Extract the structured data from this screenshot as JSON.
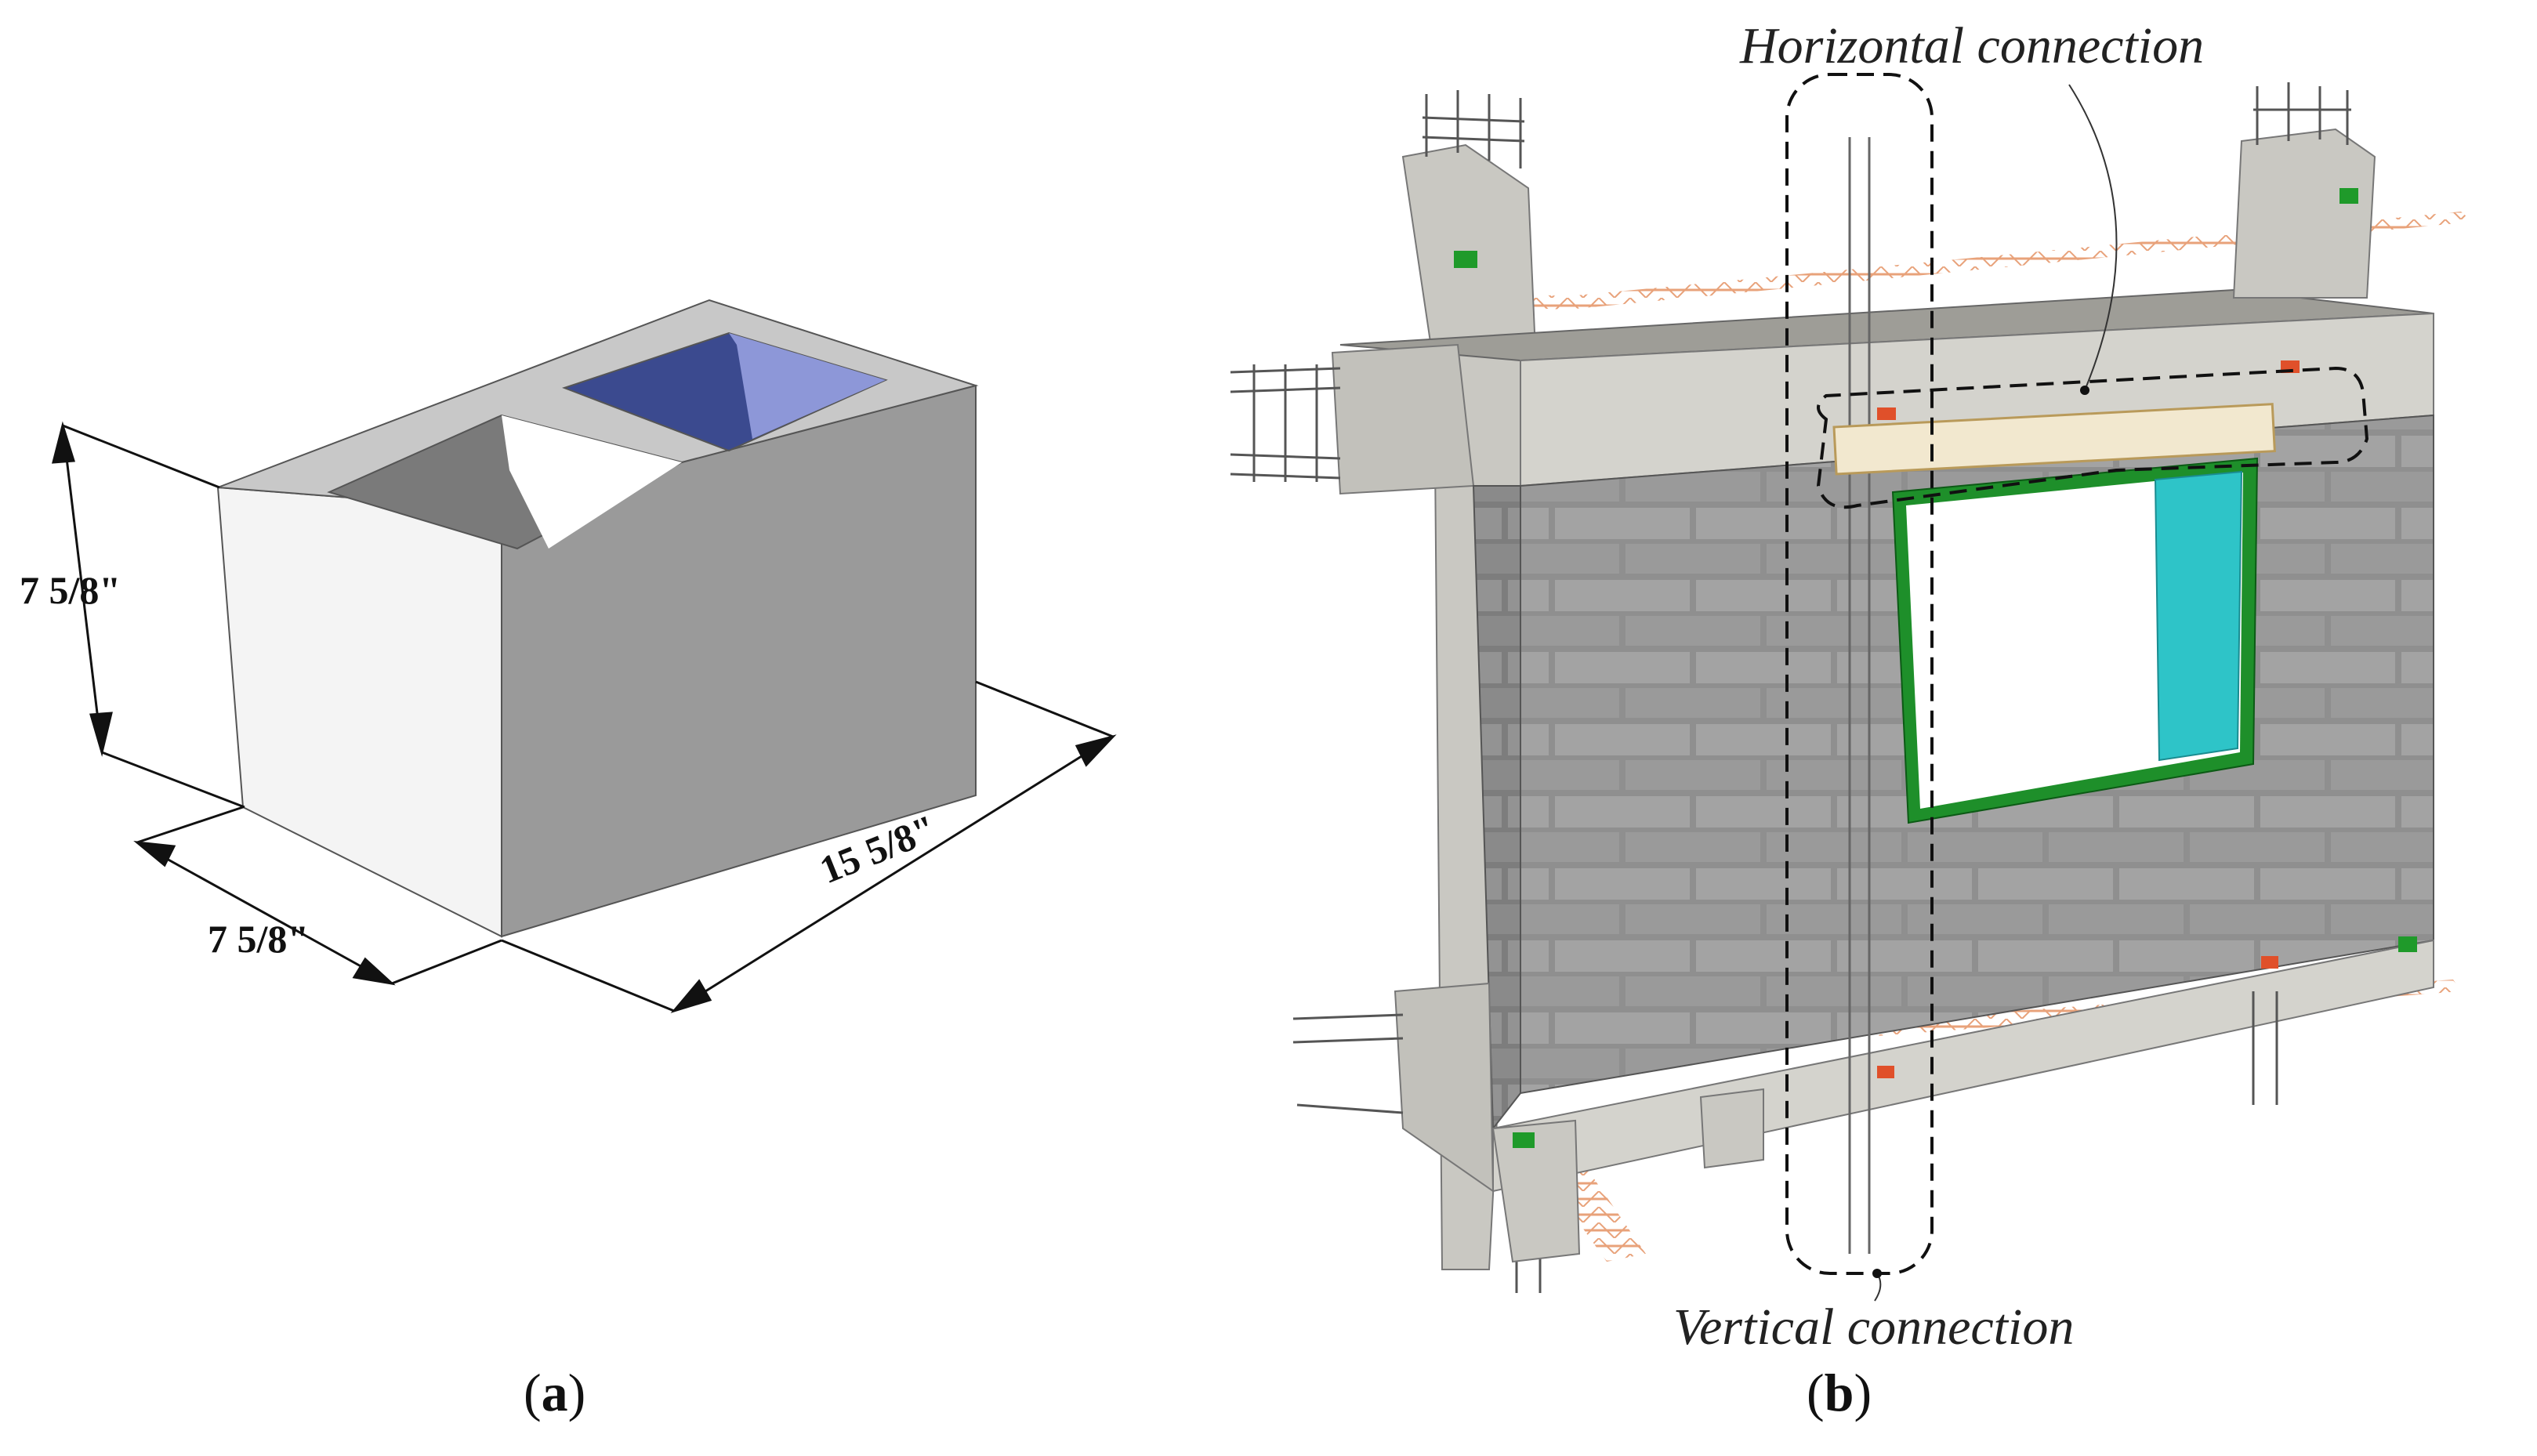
{
  "panel_a": {
    "label": "a",
    "dimensions": {
      "height": "7 5/8\"",
      "width": "7 5/8\"",
      "length": "15 5/8\""
    },
    "colors": {
      "block_side": "#9a9a9a",
      "block_top": "#c8c8c8",
      "block_front": "#f4f4f4",
      "cell_shade": "#3b4a8f"
    }
  },
  "panel_b": {
    "label": "b",
    "annotations": {
      "horizontal": "Horizontal connection",
      "vertical": "Vertical connection"
    },
    "colors": {
      "concrete": "#c9c8c2",
      "masonry": "#8e8e8e",
      "window_frame": "#1e8f2a",
      "glass": "#2ec4c8",
      "connector_red": "#e0502a",
      "connector_green": "#1f9a2a",
      "tie_line": "#e8a27a"
    }
  }
}
